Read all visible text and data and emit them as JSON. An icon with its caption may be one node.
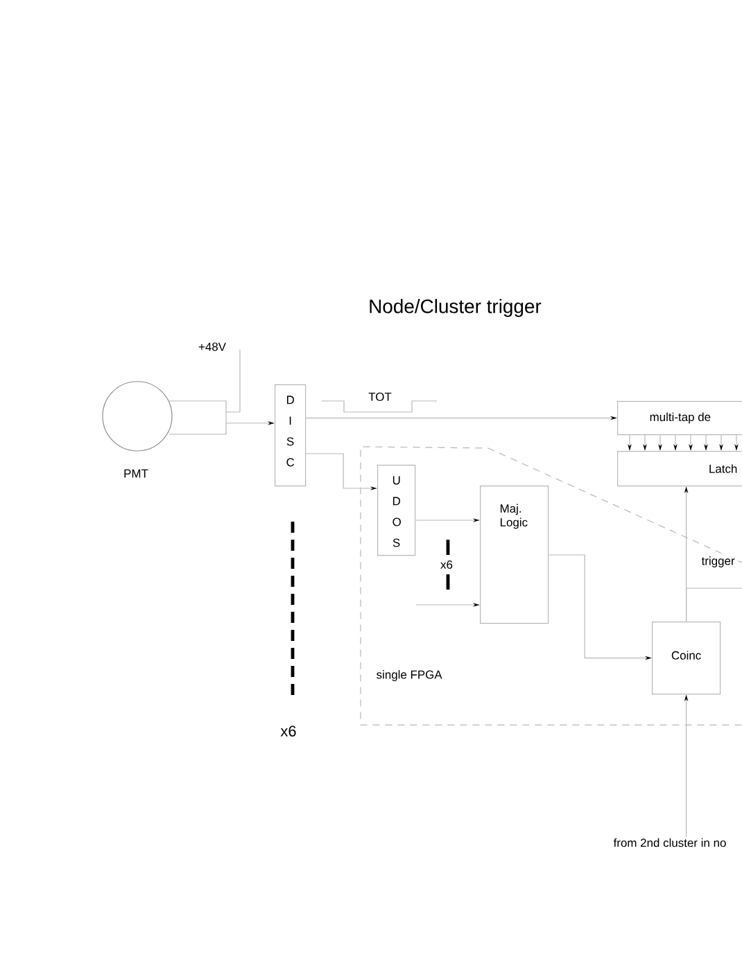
{
  "diagram": {
    "title": "Node/Cluster trigger",
    "nodes": [
      {
        "text": [],
        "shape": "circle",
        "beside": [
          "PMT"
        ]
      },
      {
        "text": [
          "D I S C"
        ]
      },
      {
        "text": [
          "multi-tap de"
        ]
      },
      {
        "text": [
          "Latch"
        ]
      },
      {
        "text": [
          "single FPGA"
        ]
      },
      {
        "text": [
          "U D O S"
        ],
        "in": 4
      },
      {
        "text": [
          "Maj. Logic"
        ],
        "in": 4
      },
      {
        "text": [
          "Coinc"
        ],
        "in": 4
      },
      {
        "text": [
          "from 2nd cluster in no"
        ]
      }
    ],
    "edges": [
      {
        "from": 0,
        "to": 1,
        "arrow": "to"
      },
      {
        "from": 1,
        "to": 2,
        "arrow": "to"
      },
      {
        "from": 2,
        "to": 3,
        "arrow": "to"
      },
      {
        "from": 2,
        "to": 3,
        "arrow": "to"
      },
      {
        "from": 2,
        "to": 3,
        "arrow": "to"
      },
      {
        "from": 2,
        "to": 3,
        "arrow": "to"
      },
      {
        "from": 2,
        "to": 3,
        "arrow": "to"
      },
      {
        "from": 2,
        "to": 3,
        "arrow": "to"
      },
      {
        "from": 2,
        "to": 3,
        "arrow": "to"
      },
      {
        "from": 2,
        "to": 3,
        "arrow": "to"
      },
      {
        "from": 1,
        "to": 5,
        "arrow": "to"
      },
      {
        "from": 5,
        "to": 6,
        "arrow": "to"
      },
      {
        "from": null,
        "to": 6,
        "arrow": "to"
      },
      {
        "from": 6,
        "to": 7,
        "arrow": "to"
      },
      {
        "from": 7,
        "to": 3,
        "arrow": "to"
      },
      {
        "from": 7,
        "to": null,
        "arrow": "none",
        "label": "trigger"
      },
      {
        "from": 8,
        "to": 7,
        "arrow": "to"
      }
    ],
    "labels": [
      "+48V",
      "TOT",
      "x6",
      "x6"
    ]
  }
}
